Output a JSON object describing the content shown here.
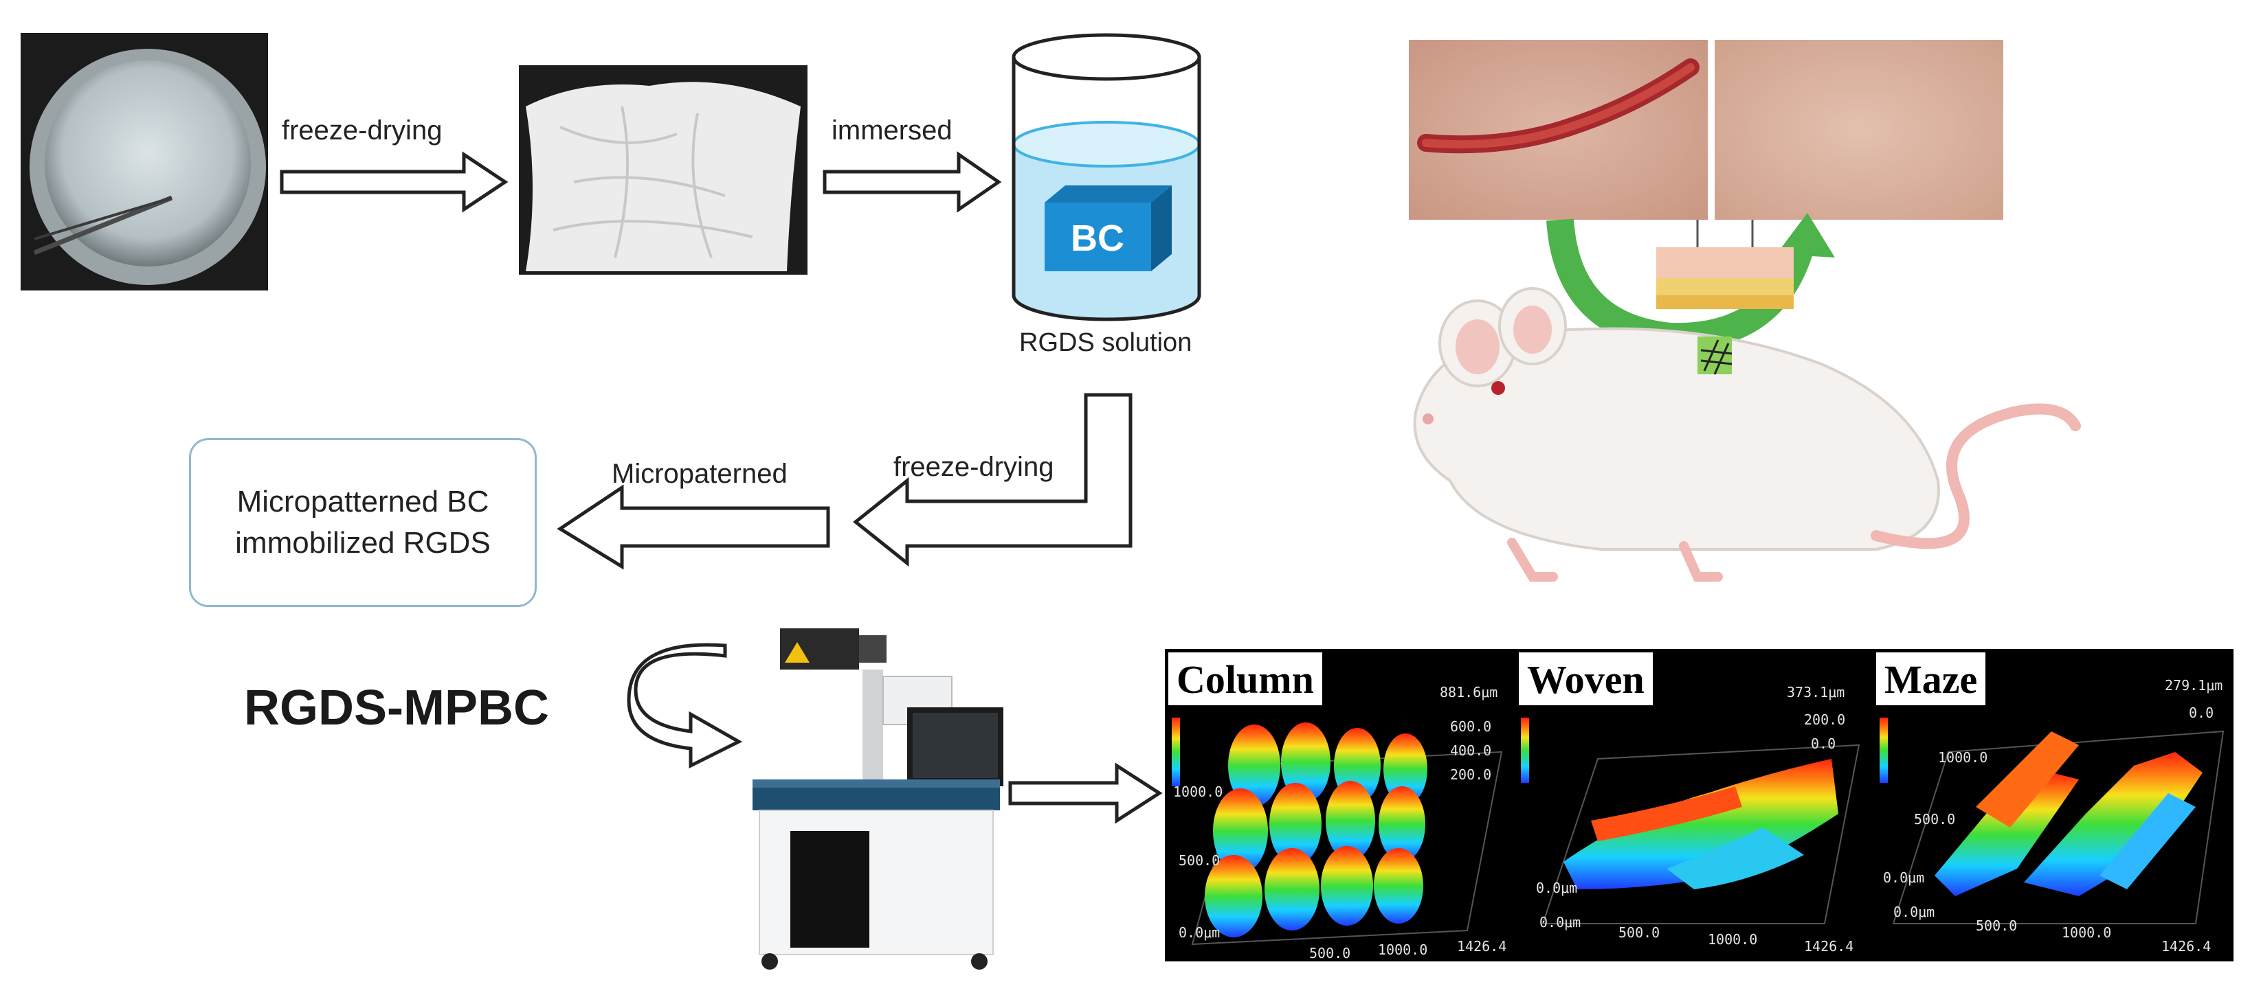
{
  "process": {
    "step1_label": "freeze-drying",
    "step2_label": "immersed",
    "beaker_block_label": "BC",
    "beaker_caption": "RGDS solution",
    "step3_label": "freeze-drying",
    "step4_label": "Micropaterned",
    "result_line1": "Micropatterned BC",
    "result_line2": "immobilized RGDS",
    "product_title": "RGDS-MPBC"
  },
  "panels": [
    {
      "title": "Column",
      "z_max_label": "881.6μm",
      "z_ticks": [
        "600.0",
        "400.0",
        "200.0"
      ],
      "y_labels": [
        "1000.0",
        "500.0",
        "0.0μm"
      ],
      "x_labels": [
        "500.0",
        "1000.0",
        "1426.4"
      ]
    },
    {
      "title": "Woven",
      "z_max_label": "373.1μm",
      "z_ticks": [
        "200.0",
        "0.0"
      ],
      "y_labels": [
        "0.0μm",
        "0.0μm"
      ],
      "x_labels": [
        "500.0",
        "1000.0",
        "1426.4"
      ]
    },
    {
      "title": "Maze",
      "z_max_label": "279.1μm",
      "z_ticks": [
        "0.0"
      ],
      "y_labels": [
        "1000.0",
        "500.0",
        "0.0μm",
        "0.0μm"
      ],
      "x_labels": [
        "500.0",
        "1000.0",
        "1426.4"
      ]
    }
  ],
  "icons": {
    "laser_machine": "laser-engraving-machine-icon",
    "rotate": "rotate-arrow-icon",
    "mouse": "mouse-illustration-icon",
    "skin": "skin-layer-icon"
  }
}
